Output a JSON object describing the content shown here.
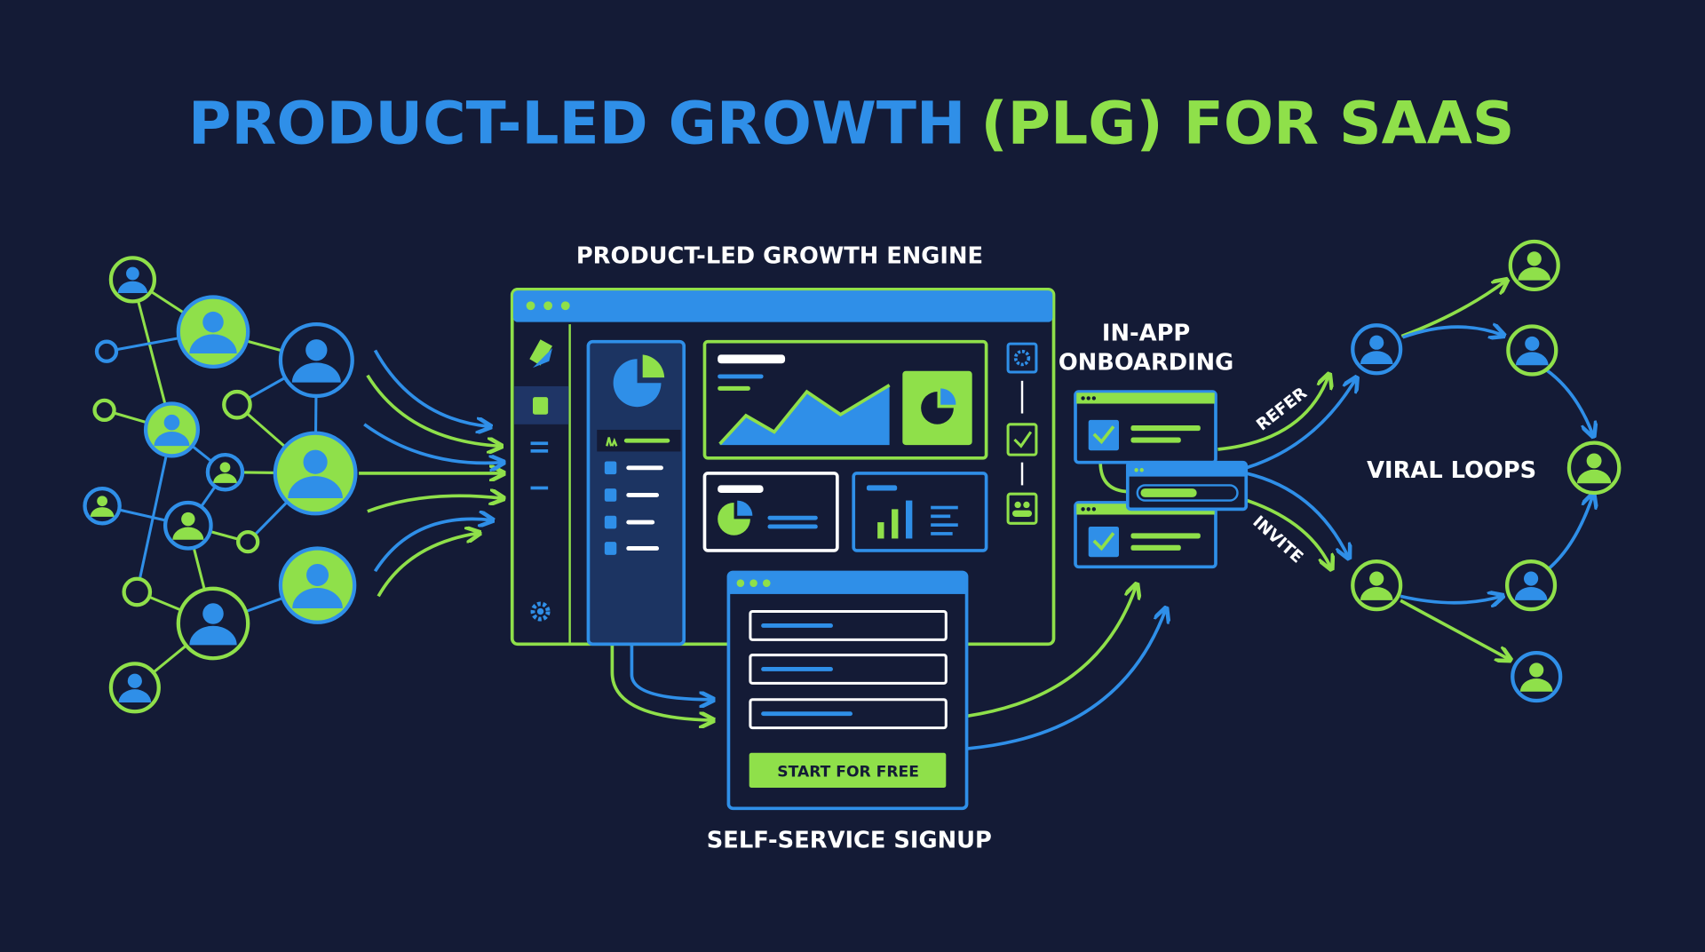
{
  "title": {
    "part1": "PRODUCT-LED GROWTH",
    "part2": "(PLG) FOR SAAS"
  },
  "engine": {
    "label": "PRODUCT-LED GROWTH ENGINE"
  },
  "onboarding": {
    "line1": "IN-APP",
    "line2": "ONBOARDING",
    "progress": 0.6
  },
  "signup": {
    "button_label": "START FOR FREE",
    "label": "SELF-SERVICE SIGNUP"
  },
  "viral": {
    "label": "VIRAL LOOPS",
    "refer": "REFER",
    "invite": "INVITE"
  },
  "colors": {
    "background": "#141b36",
    "blue": "#2f8fe8",
    "green": "#8fe04a",
    "white": "#ffffff"
  }
}
